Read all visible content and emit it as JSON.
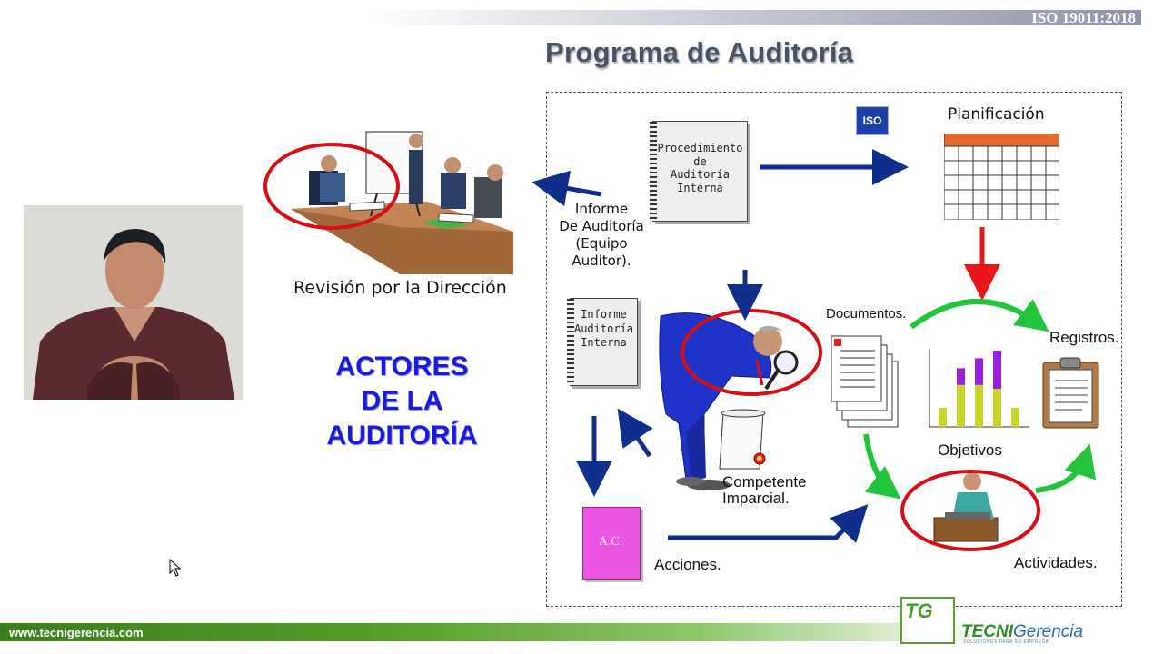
{
  "header": {
    "standard_tag": "ISO 19011:2018",
    "title": "Programa de Auditoría"
  },
  "diagram": {
    "nodes": {
      "procedimiento": "Procedimiento\nde\nAuditoría\nInterna",
      "planificacion": "Planificación",
      "informe_auditoria": "Informe\nDe Auditoría\n(Equipo\nAuditor).",
      "revision": "Revisión por la Dirección",
      "informe_interna": "Informe\nAuditoría\nInterna",
      "documentos": "Documentos.",
      "registros": "Registros.",
      "objetivos": "Objetivos",
      "competente": "Competente\nImparcial.",
      "ac": "A.C.",
      "acciones": "Acciones.",
      "actividades": "Actividades.",
      "iso_logo": "ISO"
    },
    "bar_chart": {
      "bars": [
        {
          "yellow": 0.25,
          "purple": 0
        },
        {
          "yellow": 0.55,
          "purple": 0.22
        },
        {
          "yellow": 0.55,
          "purple": 0.35
        },
        {
          "yellow": 0.5,
          "purple": 0.5
        },
        {
          "yellow": 0.25,
          "purple": 0
        }
      ]
    },
    "colors": {
      "blue_arrow": "#0f2f8a",
      "red_arrow": "#e8161b",
      "green_arrow": "#21c43a",
      "red_circle": "#d40f16",
      "grid_header": "#e36a2a",
      "ac_doc": "#ee55e4"
    }
  },
  "actors_heading": "ACTORES\nDE LA\nAUDITORÍA",
  "footer": {
    "website": "www.tecnigerencia.com",
    "logo_letters": "TG",
    "brand_part1": "TECNI",
    "brand_part2": "Gerencia",
    "brand_tagline": "SOLUCIONES PARA SU EMPRESA"
  }
}
